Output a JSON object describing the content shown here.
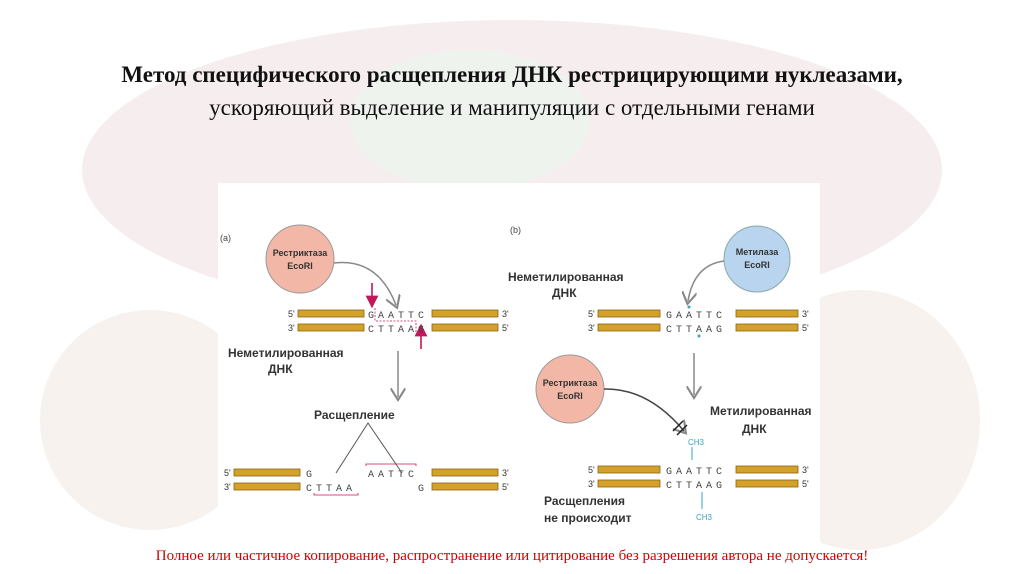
{
  "slide": {
    "title_bold": "Метод специфического расщепления ДНК рестрицирующими нуклеазами,",
    "title_rest": " ускоряющий выделение и манипуляции с отдельными генами",
    "footer": "Полное или частичное копирование, распространение или цитирование без разрешения автора не допускается!"
  },
  "panel_a": {
    "label": "(a)",
    "enzyme_line1": "Рестриктаза",
    "enzyme_line2": "EcoRI",
    "dna_label_line1": "Неметилированная",
    "dna_label_line2": "ДНК",
    "cleavage_label": "Расщепление",
    "top_5": "5'",
    "top_3": "3'",
    "bot_3": "3'",
    "bot_5": "5'",
    "seq_top": [
      "G",
      "A",
      "A",
      "T",
      "T",
      "C"
    ],
    "seq_bot": [
      "C",
      "T",
      "T",
      "A",
      "A",
      "G"
    ],
    "frag_left_top": "G",
    "frag_left_bot": [
      "C",
      "T",
      "T",
      "A",
      "A"
    ],
    "frag_right_top": [
      "A",
      "A",
      "T",
      "T",
      "C"
    ],
    "frag_right_bot": "G"
  },
  "panel_b": {
    "label": "(b)",
    "methylase_line1": "Метилаза",
    "methylase_line2": "EcoRI",
    "unmeth_line1": "Неметилированная",
    "unmeth_line2": "ДНК",
    "enzyme_line1": "Рестриктаза",
    "enzyme_line2": "EcoRI",
    "meth_line1": "Метилированная",
    "meth_line2": "ДНК",
    "no_cleave_line1": "Расщепления",
    "no_cleave_line2": "не происходит",
    "ch3": "CH3",
    "seq_top": [
      "G",
      "A",
      "A",
      "T",
      "T",
      "C"
    ],
    "seq_bot": [
      "C",
      "T",
      "T",
      "A",
      "A",
      "G"
    ]
  },
  "colors": {
    "dna_bar": "#d4a22a",
    "restriction_circle": "#f2b7a6",
    "methylase_circle": "#b8d4ee",
    "cut_marker": "#c2185b",
    "methyl": "#3aa6c0",
    "footer_text": "#d40000"
  }
}
